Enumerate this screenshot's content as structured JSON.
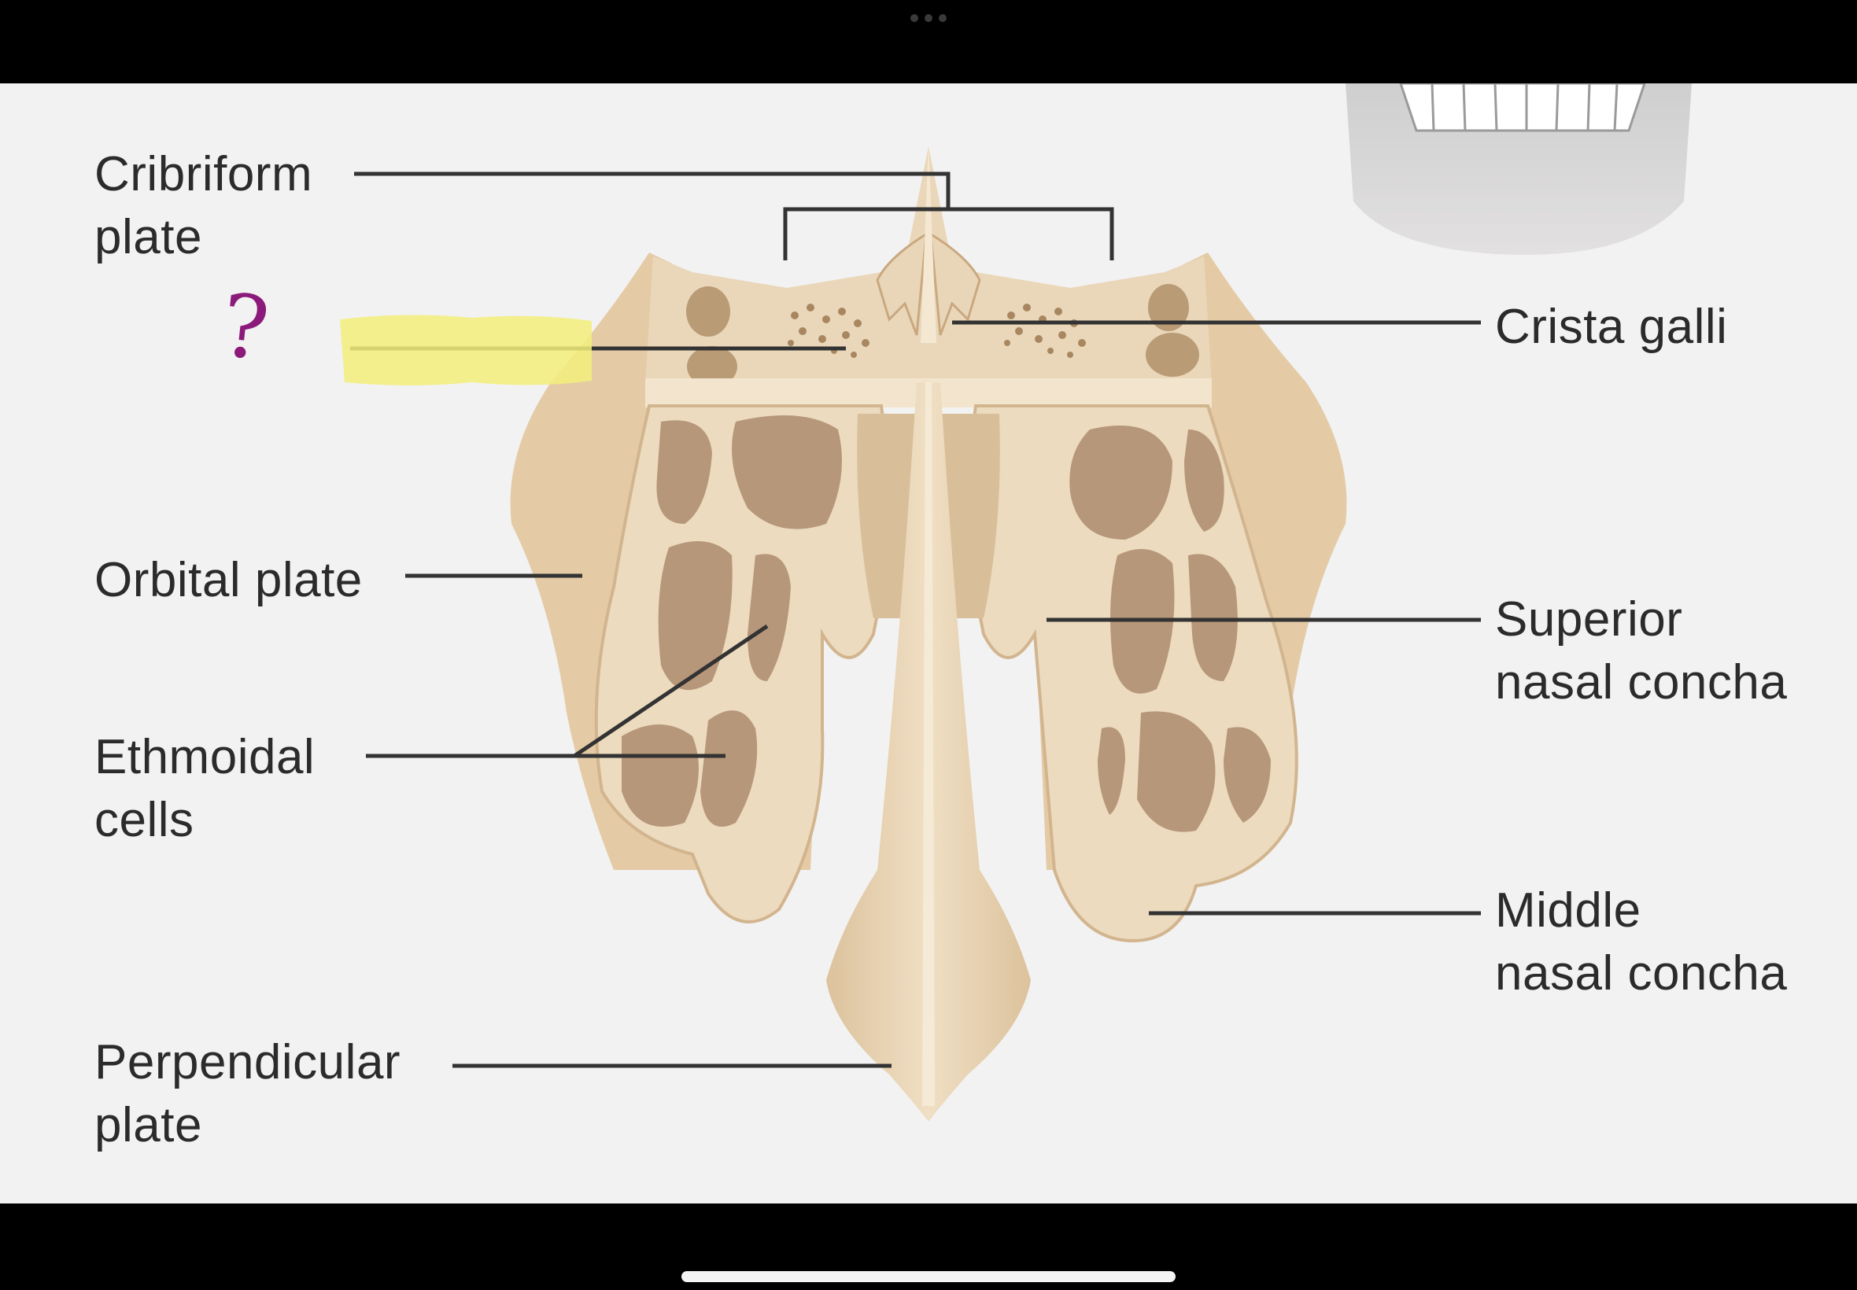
{
  "diagram": {
    "labels": {
      "cribriform_plate": "Cribriform\nplate",
      "crista_galli": "Crista galli",
      "orbital_plate": "Orbital plate",
      "superior_nasal_concha": "Superior\nnasal concha",
      "ethmoidal_cells": "Ethmoidal\ncells",
      "middle_nasal_concha": "Middle\nnasal concha",
      "perpendicular_plate": "Perpendicular\nplate",
      "hidden_label_question": "?"
    },
    "colors": {
      "bone": "#e8d3b4",
      "bone_shadow": "#c9a880",
      "cavity": "#b99b76",
      "leader_line": "#333333",
      "highlight": "#f3ee7a",
      "annotation_ink": "#8b1a7a",
      "background": "#f2f2f2"
    }
  }
}
